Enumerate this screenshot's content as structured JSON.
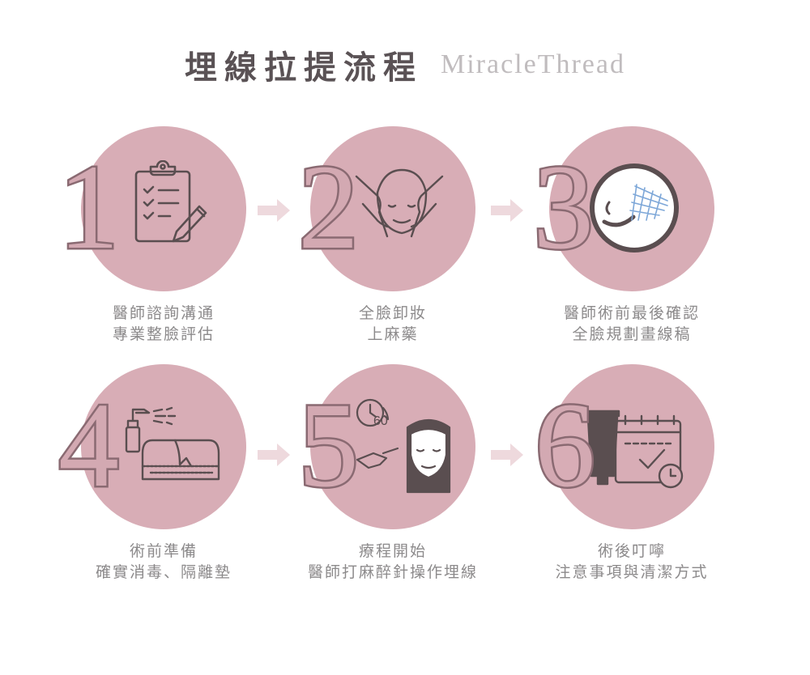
{
  "title": {
    "zh": "埋線拉提流程",
    "en": "MiracleThread"
  },
  "steps": [
    {
      "number": "1",
      "icon": "clipboard-checklist-icon",
      "line1": "醫師諮詢溝通",
      "line2": "專業整臉評估"
    },
    {
      "number": "2",
      "icon": "face-massage-icon",
      "line1": "全臉卸妝",
      "line2": "上麻藥"
    },
    {
      "number": "3",
      "icon": "face-thread-design-icon",
      "line1": "醫師術前最後確認",
      "line2": "全臉規劃畫線稿"
    },
    {
      "number": "4",
      "icon": "disinfect-spray-bed-icon",
      "line1": "術前準備",
      "line2": "確實消毒、隔離墊"
    },
    {
      "number": "5",
      "icon": "timer-injection-icon",
      "line1": "療程開始",
      "line2": "醫師打麻醉針操作埋線"
    },
    {
      "number": "6",
      "icon": "aftercare-calendar-icon",
      "line1": "術後叮嚀",
      "line2": "注意事項與清潔方式"
    }
  ],
  "timer_label": "60",
  "colors": {
    "circle": "#d8adb6",
    "number_fill": "#d3a9b2",
    "number_stroke": "#8a6a72",
    "icon": "#5a4e50",
    "arrow": "#eed9dd",
    "caption": "#8c8a8b",
    "title": "#5a5255",
    "subtitle": "#c0bcbe"
  }
}
